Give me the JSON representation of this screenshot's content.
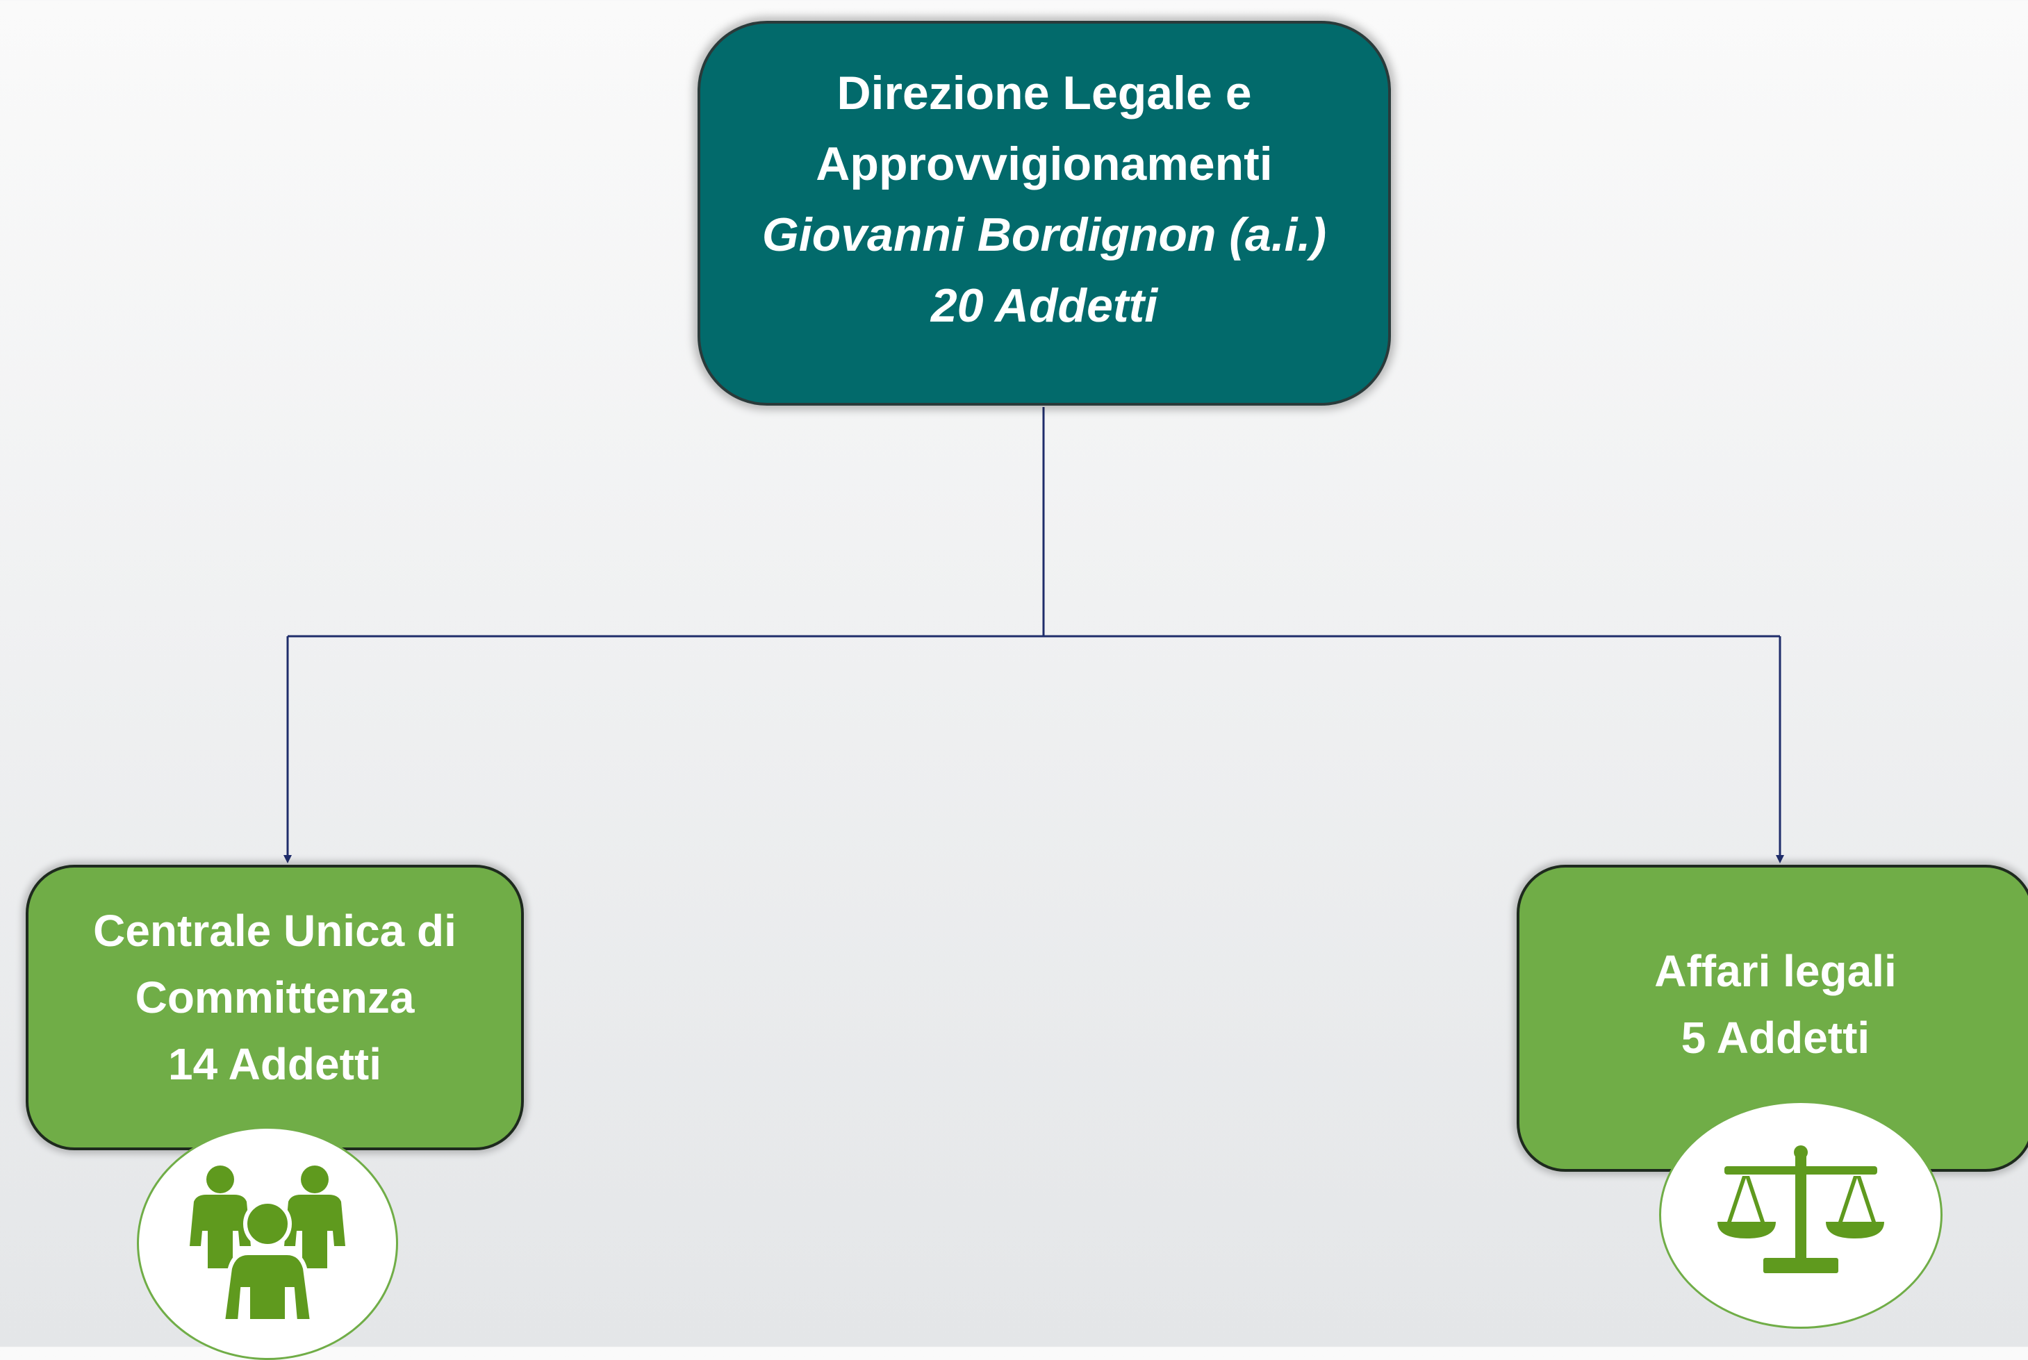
{
  "colors": {
    "head_box": "#026a6b",
    "unit_box": "#70ad47",
    "icon": "#5f9a1e",
    "connector": "#1f2d6b"
  },
  "head": {
    "line1": "Direzione Legale e",
    "line2": "Approvvigionamenti",
    "person": "Giovanni Bordignon (a.i.)",
    "staff": "20 Addetti"
  },
  "units": [
    {
      "line1": "Centrale Unica di",
      "line2": "Committenza",
      "staff": "14 Addetti",
      "icon": "people-group-icon"
    },
    {
      "line1": "Affari legali",
      "staff": "5 Addetti",
      "icon": "scales-of-justice-icon"
    }
  ]
}
